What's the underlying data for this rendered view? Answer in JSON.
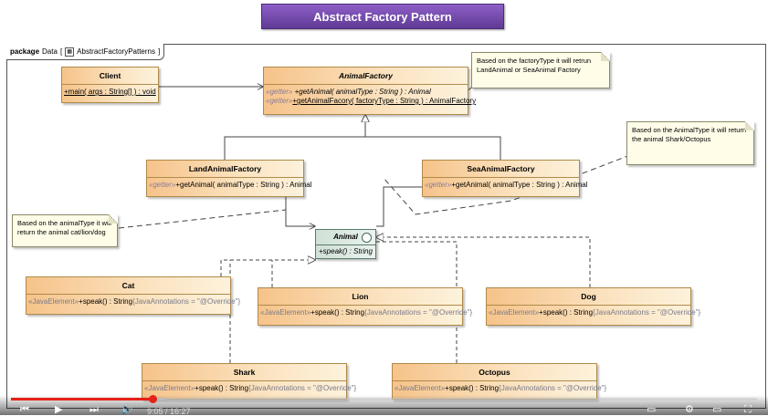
{
  "title": "Abstract Factory  Pattern",
  "package": {
    "keyword": "package",
    "name": "Data",
    "diagram": "AbstractFactoryPatterns"
  },
  "classes": {
    "client": {
      "name": "Client",
      "op": "+main( args : String[] ) : void"
    },
    "animal_factory": {
      "name": "AnimalFactory",
      "op1_stereo": "«getter»",
      "op1": " +getAnimal( animalType : String ) : Animal",
      "op2_stereo": "«getter»",
      "op2": "+getAnimalFacory( factoryType : String ) : AnimalFactory"
    },
    "land_factory": {
      "name": "LandAnimalFactory",
      "stereo": "«getter»",
      "op": "+getAnimal( animalType : String ) : Animal"
    },
    "sea_factory": {
      "name": "SeaAnimalFactory",
      "stereo": "«getter»",
      "op": "+getAnimal( animalType : String ) : Animal"
    },
    "animal": {
      "name": "Animal",
      "op": "+speak() : String"
    },
    "cat": {
      "name": "Cat",
      "stereo": "«JavaElement»",
      "op": "+speak() : String",
      "annot": "{JavaAnnotations = \"@Override\"}"
    },
    "lion": {
      "name": "Lion",
      "stereo": "«JavaElement»",
      "op": "+speak() : String",
      "annot": "{JavaAnnotations = \"@Override\"}"
    },
    "dog": {
      "name": "Dog",
      "stereo": "«JavaElement»",
      "op": "+speak() : String",
      "annot": "{JavaAnnotations = \"@Override\"}"
    },
    "shark": {
      "name": "Shark",
      "stereo": "«JavaElement»",
      "op": "+speak() : String",
      "annot": "{JavaAnnotations = \"@Override\"}"
    },
    "octopus": {
      "name": "Octopus",
      "stereo": "«JavaElement»",
      "op": "+speak() : String",
      "annot": "{JavaAnnotations = \"@Override\"}"
    }
  },
  "notes": {
    "factory_note": "Based on the factoryType it will retrun LandAnimal or SeaAnimal Factory",
    "sea_note": "Based on the AnimalType it will return the animal Shark/Octopus",
    "land_note": "Based on the animalType it will return the animal cat/lion/dog"
  },
  "player": {
    "time": "9:05 / 16:27",
    "progress": 0.19
  }
}
